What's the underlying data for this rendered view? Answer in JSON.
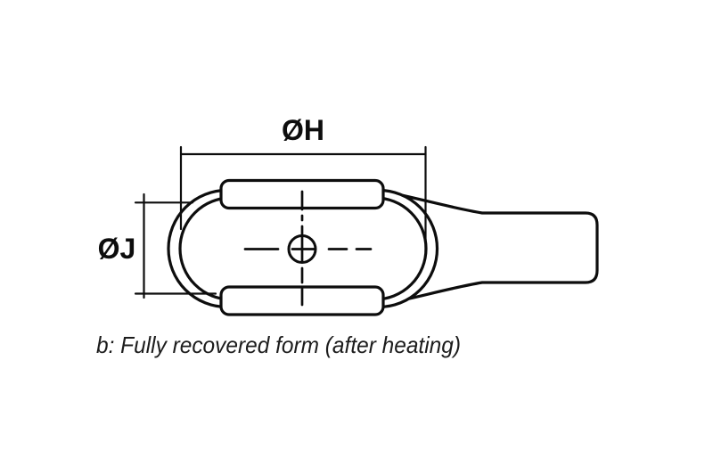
{
  "figure": {
    "dim_width_label": "ØH",
    "dim_height_label": "ØJ",
    "caption": "b: Fully recovered form (after heating)"
  },
  "colors": {
    "line": "#0d0d0d",
    "caption_text": "#1c1c1c",
    "background": "#ffffff",
    "shape_fill": "#ffffff"
  }
}
